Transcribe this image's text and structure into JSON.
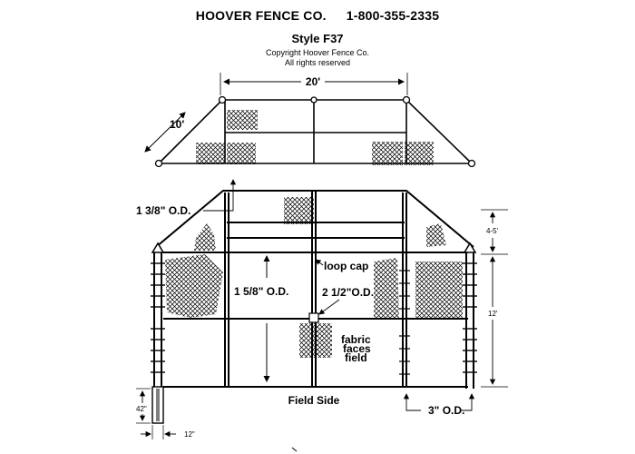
{
  "header": {
    "company": "HOOVER FENCE CO.",
    "phone": "1-800-355-2335",
    "style": "Style F37",
    "copyright": "Copyright Hoover Fence Co.",
    "rights": "All rights reserved"
  },
  "top_view": {
    "width_label": "20'",
    "side_label": "10'"
  },
  "front_view": {
    "top_rail_od": "1 3/8\" O.D.",
    "loop_cap": "loop cap",
    "line_post_od": "1 5/8\" O.D.",
    "center_post_od": "2 1/2\"O.D.",
    "fabric_note": [
      "fabric",
      "faces",
      "field"
    ],
    "field_side": "Field Side",
    "corner_post_od": "3\" O.D.",
    "overhang_height": "4-5'",
    "height": "12'",
    "footing_depth": "42\"",
    "footing_width": "12\""
  }
}
